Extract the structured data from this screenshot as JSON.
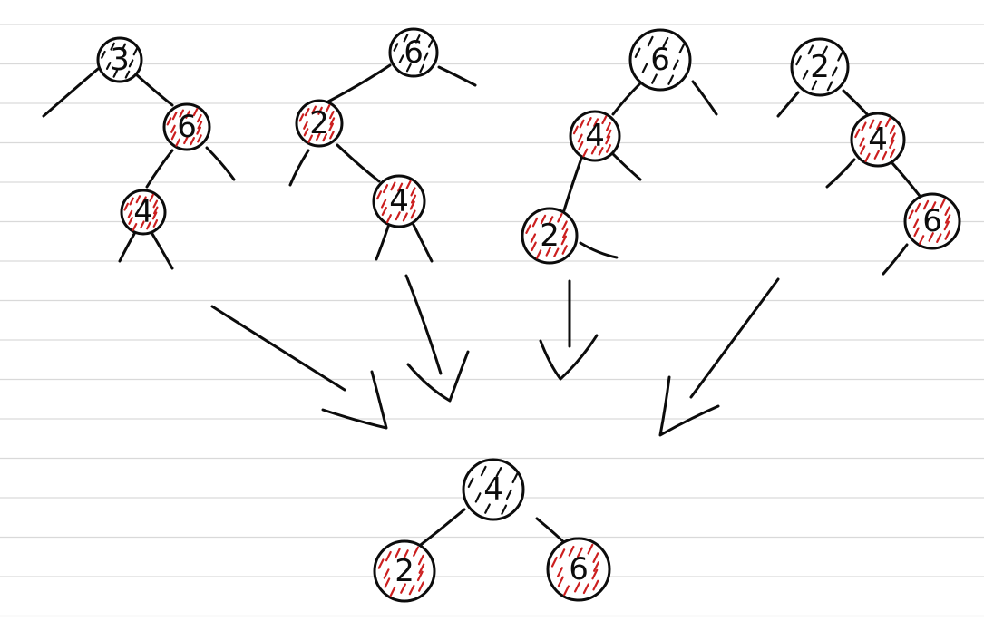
{
  "colors": {
    "ink": "#0c0c0c",
    "red_node": "#cc1f1f",
    "black_node": "#0c0c0c",
    "ruled_line": "#d9d9d9",
    "paper": "#ffffff"
  },
  "trees": [
    {
      "nodes": [
        {
          "label": "3",
          "color": "black"
        },
        {
          "label": "6",
          "color": "red"
        },
        {
          "label": "4",
          "color": "red"
        }
      ]
    },
    {
      "nodes": [
        {
          "label": "6",
          "color": "black"
        },
        {
          "label": "2",
          "color": "red"
        },
        {
          "label": "4",
          "color": "red"
        }
      ]
    },
    {
      "nodes": [
        {
          "label": "6",
          "color": "black"
        },
        {
          "label": "4",
          "color": "red"
        },
        {
          "label": "2",
          "color": "red"
        }
      ]
    },
    {
      "nodes": [
        {
          "label": "2",
          "color": "black"
        },
        {
          "label": "4",
          "color": "red"
        },
        {
          "label": "6",
          "color": "red"
        }
      ]
    }
  ],
  "result": {
    "nodes": [
      {
        "label": "4",
        "color": "black"
      },
      {
        "label": "2",
        "color": "red"
      },
      {
        "label": "6",
        "color": "red"
      }
    ]
  }
}
